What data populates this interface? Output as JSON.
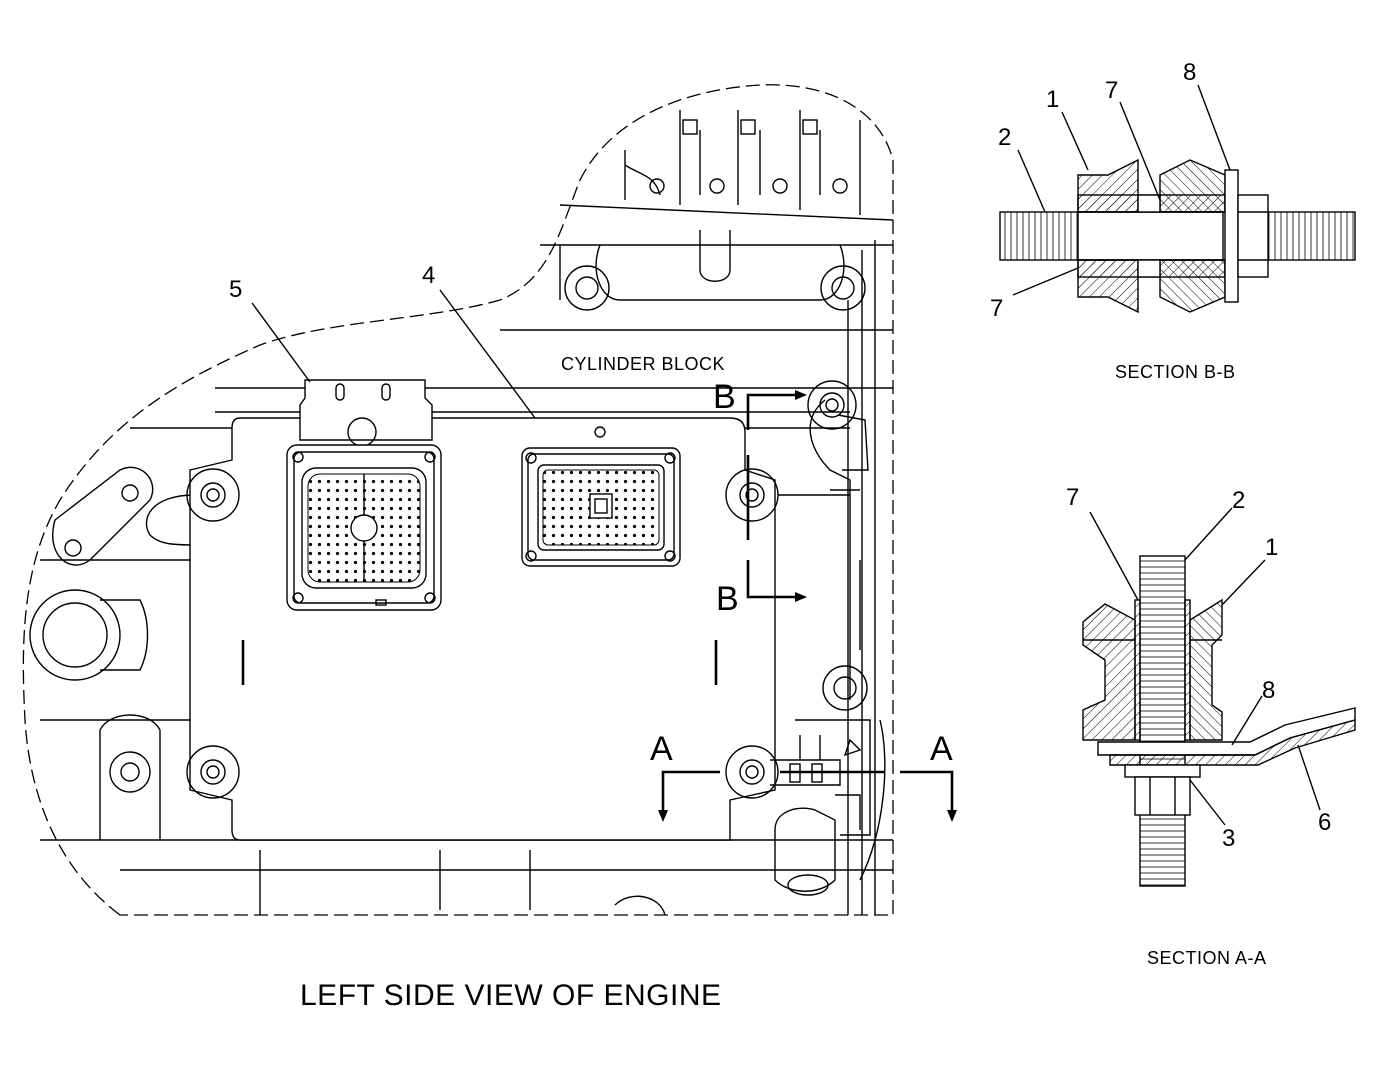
{
  "main_view": {
    "title": "LEFT SIDE VIEW OF ENGINE",
    "region_label": "CYLINDER BLOCK",
    "callouts": [
      "5",
      "4"
    ],
    "section_marks": {
      "b": "B",
      "a": "A"
    }
  },
  "section_bb": {
    "title": "SECTION B-B",
    "callouts": [
      "1",
      "7",
      "8",
      "2",
      "7"
    ]
  },
  "section_aa": {
    "title": "SECTION A-A",
    "callouts": [
      "7",
      "2",
      "1",
      "8",
      "3",
      "6"
    ]
  }
}
